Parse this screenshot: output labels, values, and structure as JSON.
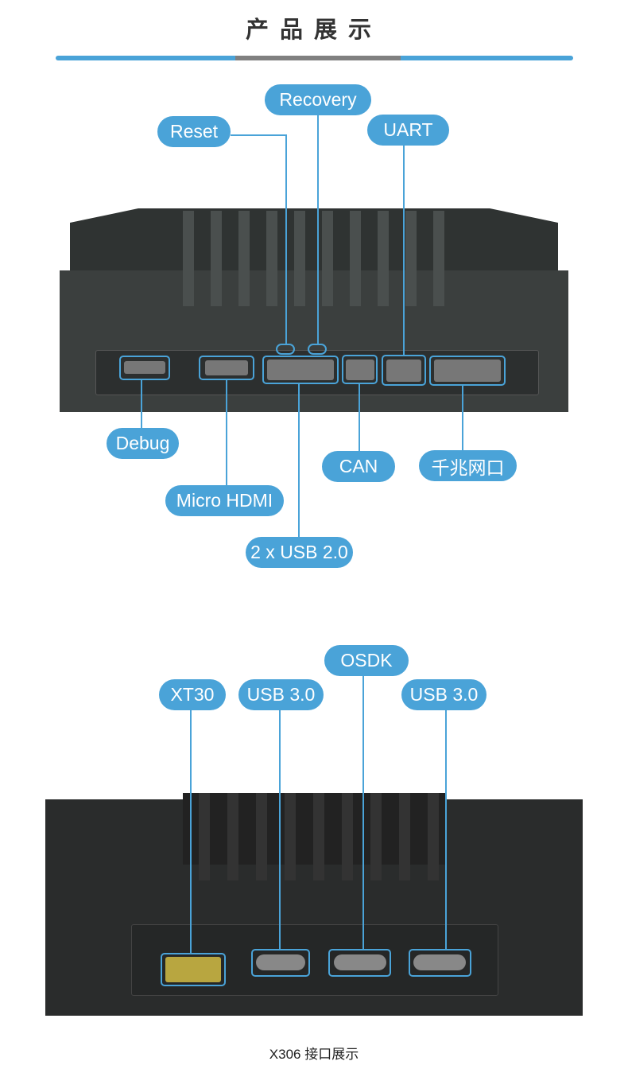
{
  "header": {
    "title": "产品展示"
  },
  "colors": {
    "accent": "#4aa3d8",
    "divider_mid": "#808080"
  },
  "top_view": {
    "labels": {
      "reset": "Reset",
      "recovery": "Recovery",
      "uart": "UART",
      "debug": "Debug",
      "micro_hdmi": "Micro HDMI",
      "usb2": "2 x USB 2.0",
      "can": "CAN",
      "ethernet": "千兆网口"
    }
  },
  "bottom_view": {
    "labels": {
      "xt30": "XT30",
      "usb3_left": "USB 3.0",
      "osdk": "OSDK",
      "usb3_right": "USB 3.0"
    }
  },
  "caption": "X306 接口展示"
}
